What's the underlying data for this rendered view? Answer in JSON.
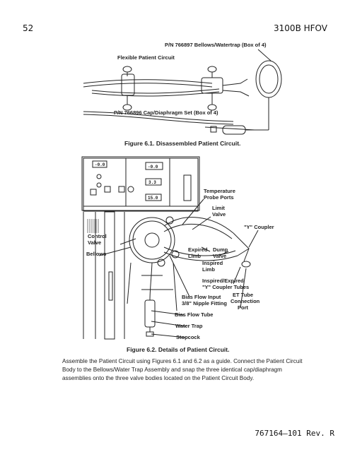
{
  "header": {
    "page_number": "52",
    "doc_title": "3100B HFOV"
  },
  "figure1": {
    "labels": {
      "bellows_watertrap": "P/N 766897 Bellows/Watertrap (Box of 4)",
      "flexible_circuit": "Flexible Patient Circuit",
      "cap_diaphragm": "P/N 766896 Cap/Diaphragm Set (Box of 4)"
    },
    "caption": "Figure 6.1. Disassembled Patient Circuit."
  },
  "figure2": {
    "labels": {
      "temp_probe_line1": "Temperature",
      "temp_probe_line2": "Probe Ports",
      "limit_valve_line1": "Limit",
      "limit_valve_line2": "Valve",
      "y_coupler": "\"Y\" Coupler",
      "control_valve_line1": "Control",
      "control_valve_line2": "Valve",
      "bellows": "Bellows",
      "expired_limb_line1": "Expired",
      "expired_limb_line2": "Limb",
      "dump_valve_line1": "Dump",
      "dump_valve_line2": "Valve",
      "inspired_limb_line1": "Inspired",
      "inspired_limb_line2": "Limb",
      "coupler_tubes_line1": "Inspired/Expired",
      "coupler_tubes_line2": "\"Y\" Coupler Tubes",
      "bias_input_line1": "Bias Flow Input",
      "bias_input_line2": "3/8\" Nipple Fitting",
      "et_tube_line1": "ET Tube",
      "et_tube_line2": "Connection",
      "et_tube_line3": "Port",
      "bias_tube": "Bias Flow Tube",
      "water_trap": "Water Trap",
      "stopcock": "Stopcock"
    },
    "display_values": {
      "d1": "-0.0",
      "d2": "-0.0",
      "d3": "3.3",
      "d4": "15.0"
    },
    "caption": "Figure 6.2. Details of Patient Circuit."
  },
  "body": {
    "paragraph": "Assemble the Patient Circuit using Figures 6.1 and 6.2 as a guide. Connect the Patient Circuit Body to the Bellows/Water Trap Assembly and snap the three identical cap/diaphragm assemblies onto the three valve bodies located on the Patient Circuit Body."
  },
  "footer": {
    "doc_number": "767164–101 Rev. R"
  }
}
